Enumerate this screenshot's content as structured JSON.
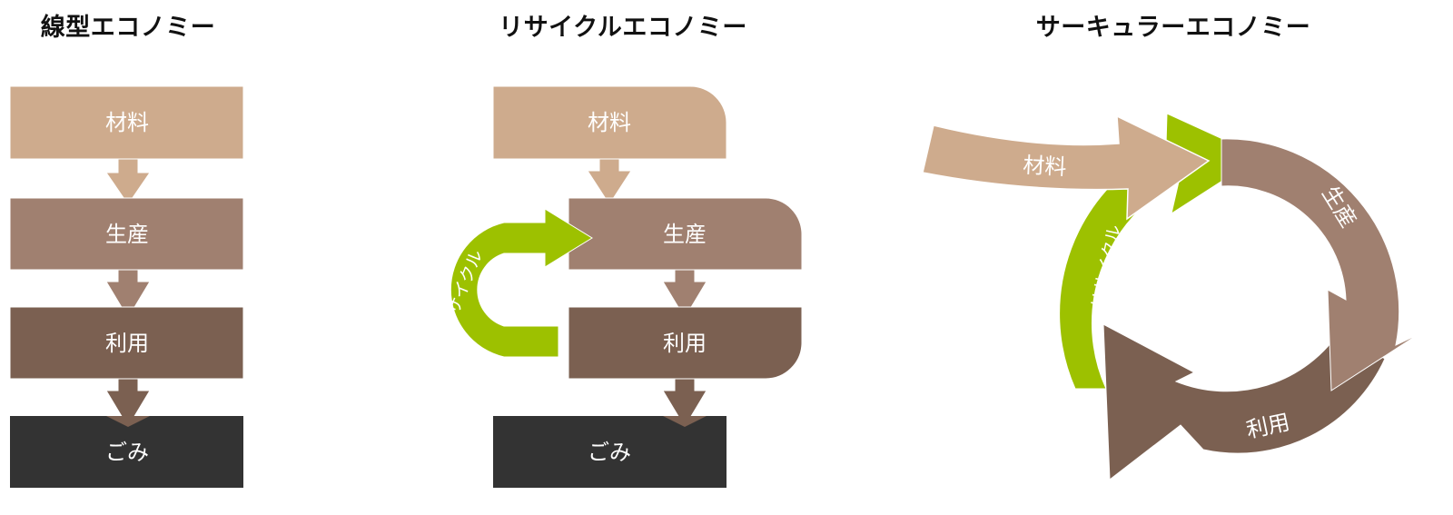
{
  "colors": {
    "material": "#CEAB8D",
    "production": "#A08070",
    "use": "#7B6051",
    "waste": "#333333",
    "recycle": "#9DC100"
  },
  "linear": {
    "title": "線型エコノミー",
    "steps": [
      "材料",
      "生産",
      "利用",
      "ごみ"
    ]
  },
  "recycle": {
    "title": "リサイクルエコノミー",
    "steps": [
      "材料",
      "生産",
      "利用",
      "ごみ"
    ],
    "loop_label": "リサイクル"
  },
  "circular": {
    "title": "サーキュラーエコノミー",
    "input_label": "材料",
    "cycle_labels": {
      "production": "生産",
      "use": "利用",
      "recycle": "リサイクル"
    }
  }
}
